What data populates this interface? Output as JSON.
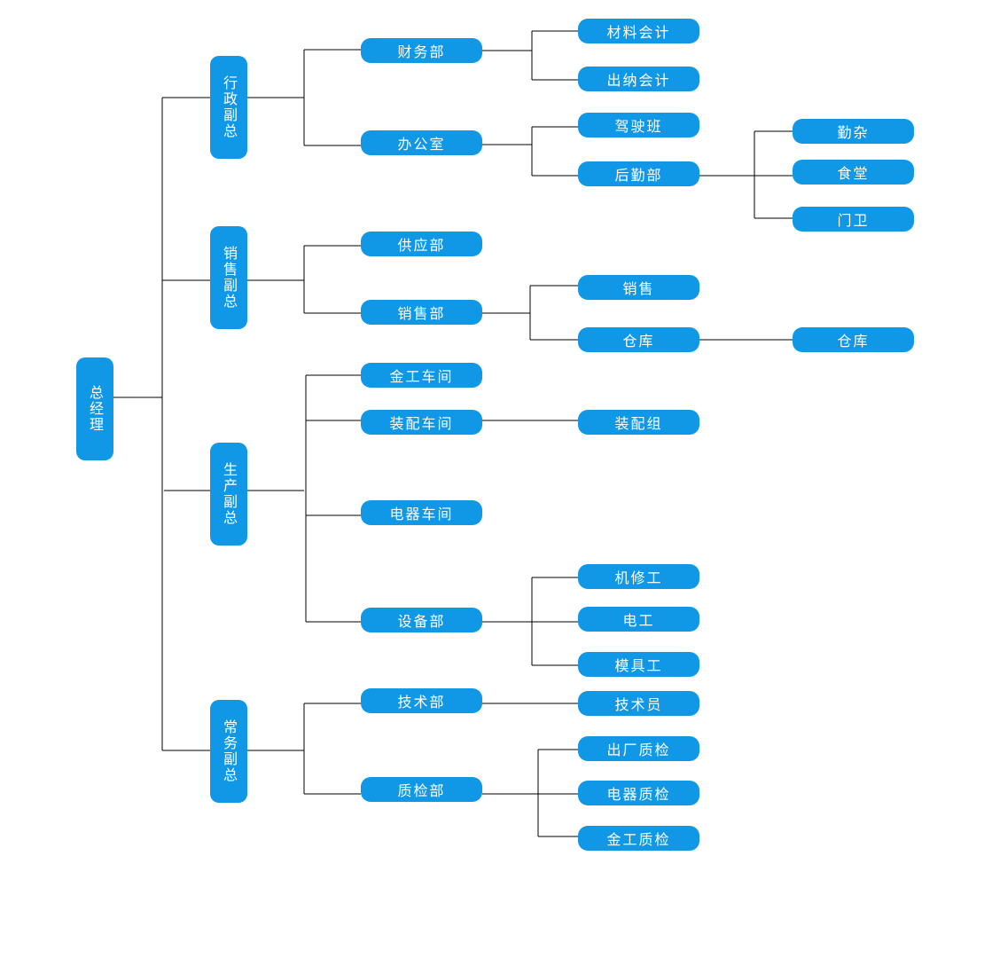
{
  "root": {
    "label": "总经理"
  },
  "vp": {
    "admin": "行政副总",
    "sales": "销售副总",
    "production": "生产副总",
    "executive": "常务副总"
  },
  "dept": {
    "finance": "财务部",
    "office": "办公室",
    "supply": "供应部",
    "sales_dept": "销售部",
    "metal_workshop": "金工车间",
    "assembly_workshop": "装配车间",
    "electric_workshop": "电器车间",
    "equipment": "设备部",
    "tech": "技术部",
    "qc": "质检部"
  },
  "unit": {
    "material_accounting": "材料会计",
    "cashier": "出纳会计",
    "drivers": "驾驶班",
    "logistics": "后勤部",
    "sales_unit": "销售",
    "warehouse": "仓库",
    "assembly_team": "装配组",
    "mechanic": "机修工",
    "electrician": "电工",
    "mold_worker": "模具工",
    "technician": "技术员",
    "outgoing_qc": "出厂质检",
    "electric_qc": "电器质检",
    "metal_qc": "金工质检"
  },
  "subunit": {
    "misc": "勤杂",
    "canteen": "食堂",
    "guard": "门卫",
    "warehouse2": "仓库"
  },
  "colors": {
    "node": "#1098e6",
    "text": "#ffffff",
    "line": "#000000"
  }
}
